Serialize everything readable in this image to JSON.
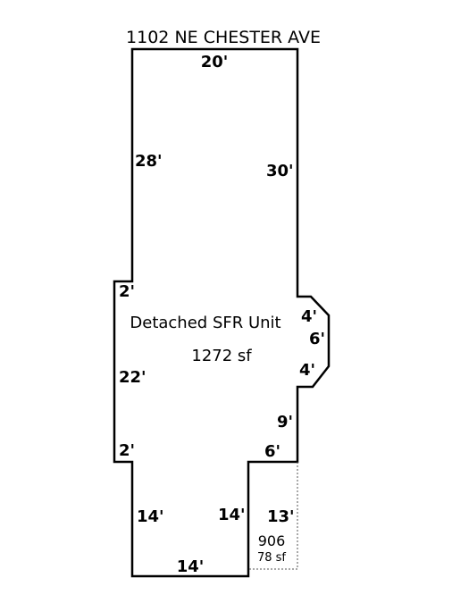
{
  "address": "1102 NE CHESTER AVE",
  "main_area": {
    "label": "Detached SFR Unit",
    "area": "1272 sf"
  },
  "small_area": {
    "label": "906",
    "area": "78 sf"
  },
  "dimensions": {
    "top": "20'",
    "left_upper": "28'",
    "right_upper": "30'",
    "left_step_top": "2'",
    "bay_upper": "4'",
    "bay_side": "6'",
    "bay_lower": "4'",
    "left_middle": "22'",
    "right_lower": "9'",
    "right_step": "6'",
    "left_step_bottom": "2'",
    "bottom_left_side": "14'",
    "bottom_inner_side": "14'",
    "small_area_side": "13'",
    "bottom": "14'"
  },
  "colors": {
    "line": "#000000",
    "dotted_line": "#555555",
    "background": "#ffffff"
  }
}
